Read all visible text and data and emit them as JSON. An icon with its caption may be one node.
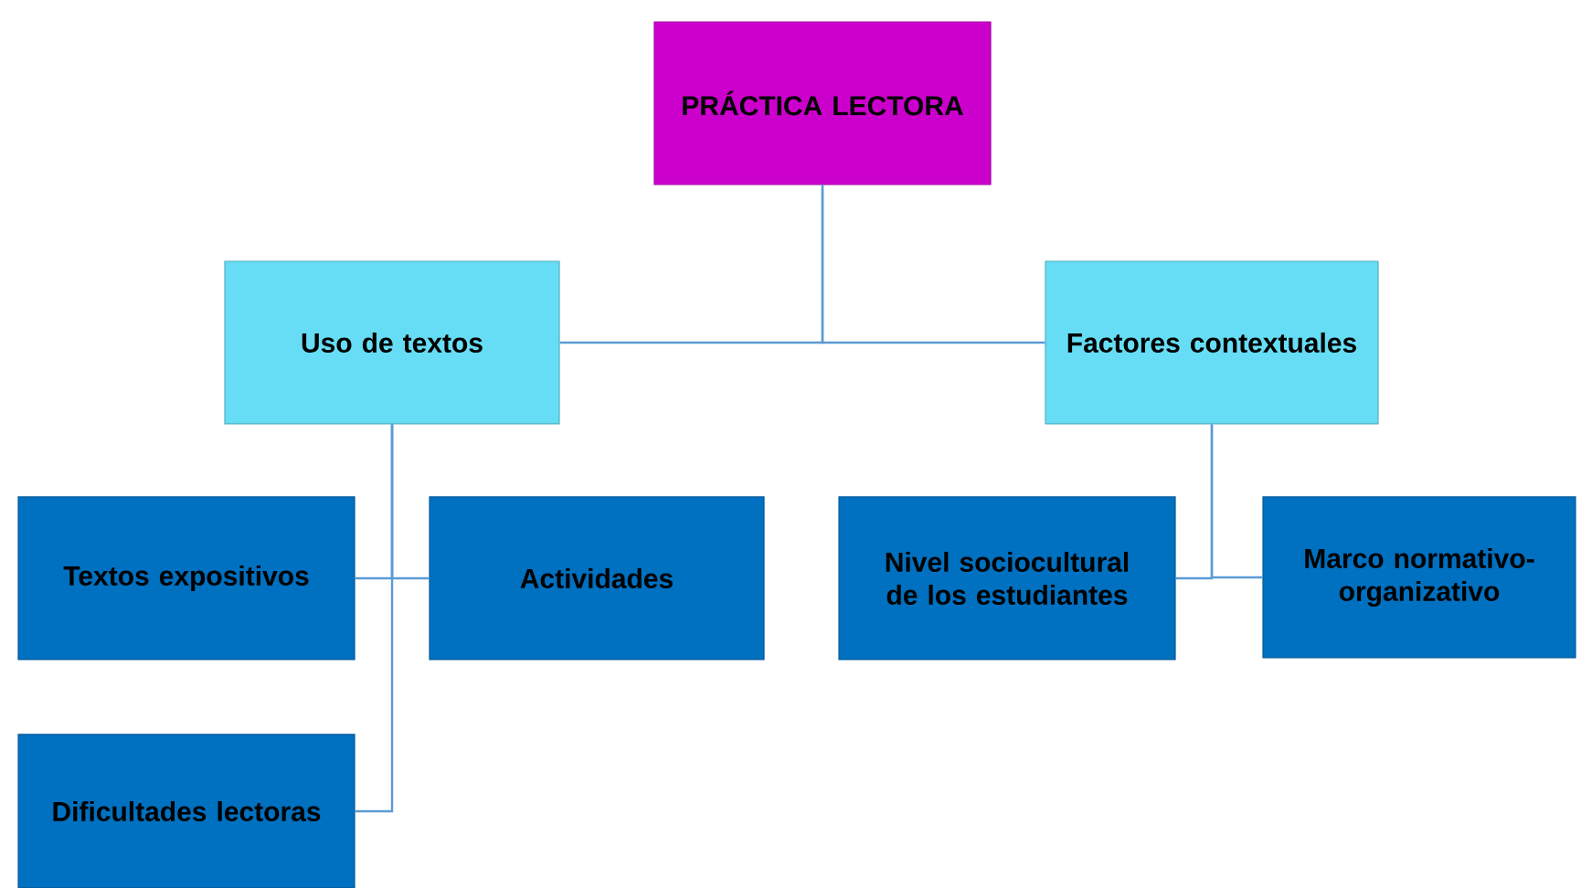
{
  "diagram": {
    "nodes": [
      {
        "text": [
          "PRÁCTICA LECTORA"
        ]
      },
      {
        "text": [
          "Uso de textos"
        ]
      },
      {
        "text": [
          "Factores contextuales"
        ]
      },
      {
        "text": [
          "Textos expositivos"
        ]
      },
      {
        "text": [
          "Actividades"
        ]
      },
      {
        "text": [
          "Dificultades lectoras"
        ]
      },
      {
        "text": [
          "Nivel sociocultural de los estudiantes"
        ]
      },
      {
        "text": [
          "Marco normativo-organizativo"
        ]
      }
    ],
    "edges": [
      {
        "from": 0,
        "to": 1,
        "arrow": "none"
      },
      {
        "from": 0,
        "to": 2,
        "arrow": "none"
      },
      {
        "from": 1,
        "to": 3,
        "arrow": "none"
      },
      {
        "from": 1,
        "to": 4,
        "arrow": "none"
      },
      {
        "from": 1,
        "to": 5,
        "arrow": "none"
      },
      {
        "from": 2,
        "to": 6,
        "arrow": "none"
      },
      {
        "from": 2,
        "to": 7,
        "arrow": "none"
      }
    ]
  }
}
